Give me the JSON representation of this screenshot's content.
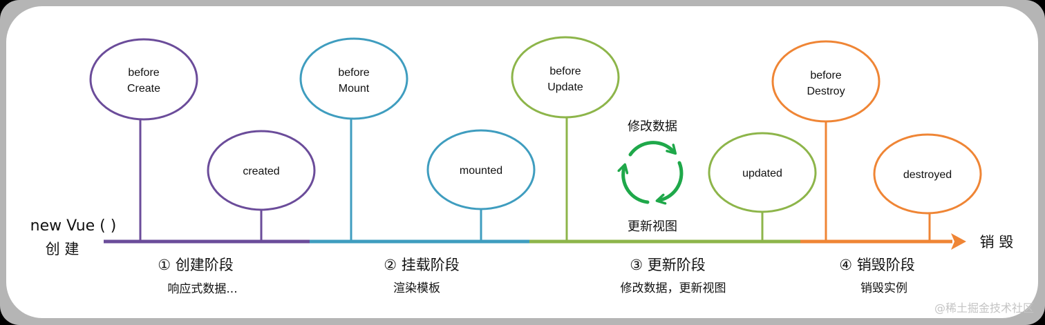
{
  "start_label": {
    "line1": "new Vue ( )",
    "line2": "创  建"
  },
  "end_label": "销  毁",
  "watermark": "@稀土掘金技术社区",
  "colors": {
    "create": "#6b4c9a",
    "mount": "#3f9dbf",
    "update": "#8db54a",
    "destroy": "#ef8535",
    "cycle": "#1fa84a",
    "frame": "#b5b5b5"
  },
  "hooks": [
    {
      "id": "beforeCreate",
      "line1": "before",
      "line2": "Create",
      "phase": "create"
    },
    {
      "id": "created",
      "line1": "created",
      "line2": "",
      "phase": "create"
    },
    {
      "id": "beforeMount",
      "line1": "before",
      "line2": "Mount",
      "phase": "mount"
    },
    {
      "id": "mounted",
      "line1": "mounted",
      "line2": "",
      "phase": "mount"
    },
    {
      "id": "beforeUpdate",
      "line1": "before",
      "line2": "Update",
      "phase": "update"
    },
    {
      "id": "updated",
      "line1": "updated",
      "line2": "",
      "phase": "update"
    },
    {
      "id": "beforeDestroy",
      "line1": "before",
      "line2": "Destroy",
      "phase": "destroy"
    },
    {
      "id": "destroyed",
      "line1": "destroyed",
      "line2": "",
      "phase": "destroy"
    }
  ],
  "update_cycle": {
    "top": "修改数据",
    "bottom": "更新视图"
  },
  "phases": [
    {
      "title": "① 创建阶段",
      "desc": "响应式数据..."
    },
    {
      "title": "② 挂载阶段",
      "desc": "渲染模板"
    },
    {
      "title": "③ 更新阶段",
      "desc": "修改数据，更新视图"
    },
    {
      "title": "④ 销毁阶段",
      "desc": "销毁实例"
    }
  ]
}
